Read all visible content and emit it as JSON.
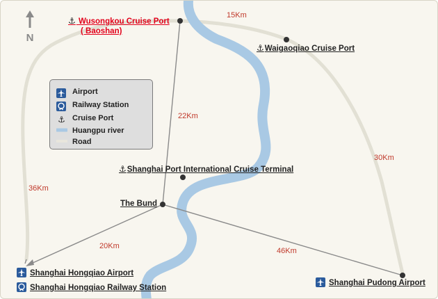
{
  "legend": {
    "airport": "Airport",
    "railway": "Railway Station",
    "cruise": "Cruise Port",
    "river": "Huangpu river",
    "road": "Road"
  },
  "compass": "N",
  "anchor_symbol": "⚓",
  "locations": {
    "wusongkou_line1": "Wusongkou Cruise Port",
    "wusongkou_line2": "( Baoshan)",
    "waigaoqiao": "Waigaoqiao Cruise Port",
    "terminal": "Shanghai Port International Cruise Terminal",
    "bund": "The Bund",
    "hongqiao_airport": "Shanghai Hongqiao Airport",
    "hongqiao_railway": "Shanghai Hongqiao Railway Station",
    "pudong_airport": "Shanghai Pudong Airport"
  },
  "distances": {
    "wusongkou_waigaoqiao": "15Km",
    "wusongkou_bund": "22Km",
    "waigaoqiao_pudong": "30Km",
    "wusongkou_hongqiao": "36Km",
    "bund_hongqiao": "20Km",
    "bund_pudong": "46Km"
  },
  "colors": {
    "river": "#a9c9e4",
    "road": "#e2e0d4",
    "route": "#8a8a8a",
    "distance_text": "#c0392b",
    "highlight_text": "#e2001a",
    "icon_square": "#2b5b9c"
  }
}
